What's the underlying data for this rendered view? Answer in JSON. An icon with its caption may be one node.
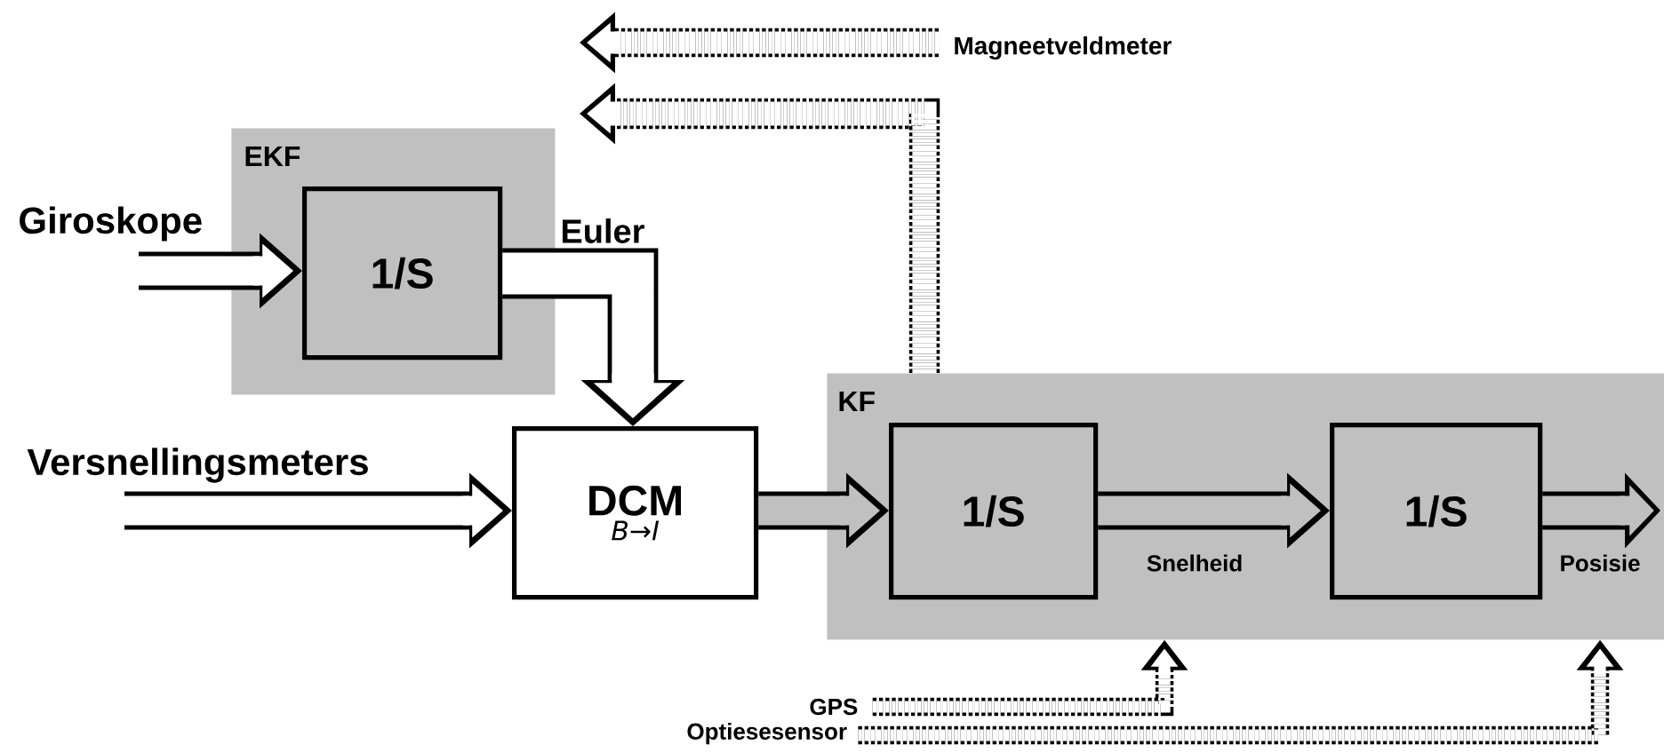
{
  "diagram": {
    "nodes": [
      {
        "text": [
          "EKF"
        ]
      },
      {
        "text": [
          "1/S"
        ],
        "in": 0
      },
      {
        "text": [
          "DCM",
          "B→I"
        ]
      },
      {
        "text": [
          "KF"
        ]
      },
      {
        "text": [
          "1/S"
        ],
        "in": 3
      },
      {
        "text": [
          "1/S"
        ],
        "in": 3
      },
      {
        "text": [
          "Giroskope"
        ]
      },
      {
        "text": [
          "Versnellingsmeters"
        ]
      },
      {
        "text": [
          "Magneetveldmeter"
        ]
      },
      {
        "text": [
          "GPS"
        ]
      },
      {
        "text": [
          "Optiesesensor"
        ]
      }
    ],
    "edges": [
      {
        "from": 6,
        "to": 1,
        "arrow": "to"
      },
      {
        "from": 1,
        "to": 2,
        "arrow": "to",
        "label": "Euler"
      },
      {
        "from": 7,
        "to": 2,
        "arrow": "to"
      },
      {
        "from": 2,
        "to": 4,
        "arrow": "to"
      },
      {
        "from": 4,
        "to": 5,
        "arrow": "to",
        "label": "Snelheid"
      },
      {
        "from": 5,
        "to": null,
        "arrow": "to",
        "label": "Posisie"
      },
      {
        "from": 8,
        "to": null,
        "arrow": "to",
        "style": "dashed"
      },
      {
        "from": 3,
        "to": null,
        "arrow": "to",
        "style": "dashed"
      },
      {
        "from": 9,
        "to": 3,
        "arrow": "to",
        "style": "dashed"
      },
      {
        "from": 10,
        "to": 3,
        "arrow": "to",
        "style": "dashed"
      }
    ]
  }
}
